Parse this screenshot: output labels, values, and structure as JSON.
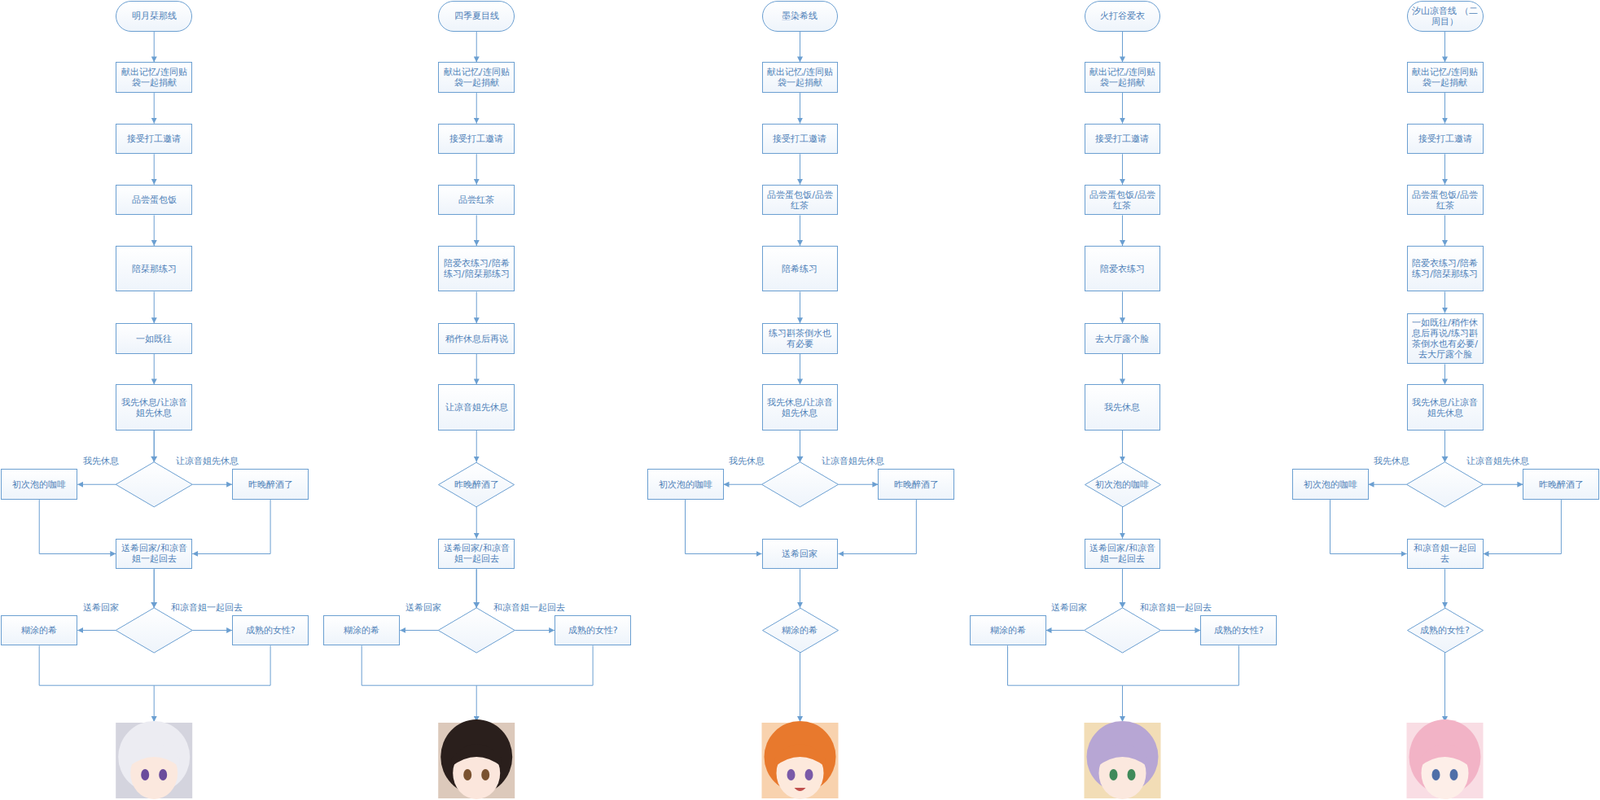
{
  "diagram": {
    "nodes": [
      {
        "text": [
          "明月栞那线"
        ]
      },
      {
        "text": [
          "献出记忆/连同贴袋一起捐献"
        ]
      },
      {
        "text": [
          "接受打工邀请"
        ]
      },
      {
        "text": [
          "品尝蛋包饭"
        ]
      },
      {
        "text": [
          "陪栞那练习"
        ]
      },
      {
        "text": [
          "一如既往"
        ]
      },
      {
        "text": [
          "我先休息/让凉音姐先休息"
        ]
      },
      {
        "text": [
          "初次泡的咖啡"
        ]
      },
      {
        "text": [
          "昨晚醉酒了"
        ]
      },
      {
        "text": [
          "送希回家/和凉音姐一起回去"
        ]
      },
      {
        "text": [
          "糊涂的希"
        ]
      },
      {
        "text": [
          "成熟的女性?"
        ]
      },
      {
        "text": [
          "四季夏目线"
        ]
      },
      {
        "text": [
          "献出记忆/连同贴袋一起捐献"
        ]
      },
      {
        "text": [
          "接受打工邀请"
        ]
      },
      {
        "text": [
          "品尝红茶"
        ]
      },
      {
        "text": [
          "陪爱衣练习/陪希练习/陪栞那练习"
        ]
      },
      {
        "text": [
          "稍作休息后再说"
        ]
      },
      {
        "text": [
          "让凉音姐先休息"
        ]
      },
      {
        "text": [
          "昨晚醉酒了"
        ]
      },
      {
        "text": [
          "送希回家/和凉音姐一起回去"
        ]
      },
      {
        "text": [
          "糊涂的希"
        ]
      },
      {
        "text": [
          "成熟的女性?"
        ]
      },
      {
        "text": [
          "墨染希线"
        ]
      },
      {
        "text": [
          "献出记忆/连同贴袋一起捐献"
        ]
      },
      {
        "text": [
          "接受打工邀请"
        ]
      },
      {
        "text": [
          "品尝蛋包饭/品尝红茶"
        ]
      },
      {
        "text": [
          "陪希练习"
        ]
      },
      {
        "text": [
          "练习斟茶倒水也有必要"
        ]
      },
      {
        "text": [
          "我先休息/让凉音姐先休息"
        ]
      },
      {
        "text": [
          "初次泡的咖啡"
        ]
      },
      {
        "text": [
          "昨晚醉酒了"
        ]
      },
      {
        "text": [
          "送希回家"
        ]
      },
      {
        "text": [
          "糊涂的希"
        ]
      },
      {
        "text": [
          "火打谷爱衣"
        ]
      },
      {
        "text": [
          "献出记忆/连同贴袋一起捐献"
        ]
      },
      {
        "text": [
          "接受打工邀请"
        ]
      },
      {
        "text": [
          "品尝蛋包饭/品尝红茶"
        ]
      },
      {
        "text": [
          "陪爱衣练习"
        ]
      },
      {
        "text": [
          "去大厅露个脸"
        ]
      },
      {
        "text": [
          "我先休息"
        ]
      },
      {
        "text": [
          "初次泡的咖啡"
        ]
      },
      {
        "text": [
          "送希回家/和凉音姐一起回去"
        ]
      },
      {
        "text": [
          "糊涂的希"
        ]
      },
      {
        "text": [
          "成熟的女性?"
        ]
      },
      {
        "text": [
          "汐山凉音线 （二周目）"
        ]
      },
      {
        "text": [
          "献出记忆/连同贴袋一起捐献"
        ]
      },
      {
        "text": [
          "接受打工邀请"
        ]
      },
      {
        "text": [
          "品尝蛋包饭/品尝红茶"
        ]
      },
      {
        "text": [
          "陪爱衣练习/陪希练习/陪栞那练习"
        ]
      },
      {
        "text": [
          "一如既往/稍作休息后再说/练习斟茶倒水也有必要/去大厅露个脸"
        ]
      },
      {
        "text": [
          "我先休息/让凉音姐先休息"
        ]
      },
      {
        "text": [
          "初次泡的咖啡"
        ]
      },
      {
        "text": [
          "昨晚醉酒了"
        ]
      },
      {
        "text": [
          "和凉音姐一起回去"
        ]
      },
      {
        "text": [
          "成熟的女性?"
        ]
      }
    ],
    "edges": [
      {
        "from": 0,
        "to": 1,
        "arrow": "to"
      },
      {
        "from": 1,
        "to": 2,
        "arrow": "to"
      },
      {
        "from": 2,
        "to": 3,
        "arrow": "to"
      },
      {
        "from": 3,
        "to": 4,
        "arrow": "to"
      },
      {
        "from": 4,
        "to": 5,
        "arrow": "to"
      },
      {
        "from": 5,
        "to": 6,
        "arrow": "to"
      },
      {
        "from": 6,
        "to": 7,
        "label": "我先休息",
        "arrow": "to"
      },
      {
        "from": 6,
        "to": 8,
        "label": "让凉音姐先休息",
        "arrow": "to"
      },
      {
        "from": 7,
        "to": 9,
        "arrow": "to"
      },
      {
        "from": 8,
        "to": 9,
        "arrow": "to"
      },
      {
        "from": 9,
        "to": 10,
        "label": "送希回家",
        "arrow": "to"
      },
      {
        "from": 9,
        "to": 11,
        "label": "和凉音姐一起回去",
        "arrow": "to"
      },
      {
        "from": 12,
        "to": 13,
        "arrow": "to"
      },
      {
        "from": 13,
        "to": 14,
        "arrow": "to"
      },
      {
        "from": 14,
        "to": 15,
        "arrow": "to"
      },
      {
        "from": 15,
        "to": 16,
        "arrow": "to"
      },
      {
        "from": 16,
        "to": 17,
        "arrow": "to"
      },
      {
        "from": 17,
        "to": 18,
        "arrow": "to"
      },
      {
        "from": 18,
        "to": 19,
        "arrow": "to"
      },
      {
        "from": 19,
        "to": 20,
        "arrow": "to"
      },
      {
        "from": 20,
        "to": 21,
        "label": "送希回家",
        "arrow": "to"
      },
      {
        "from": 20,
        "to": 22,
        "label": "和凉音姐一起回去",
        "arrow": "to"
      },
      {
        "from": 23,
        "to": 24,
        "arrow": "to"
      },
      {
        "from": 24,
        "to": 25,
        "arrow": "to"
      },
      {
        "from": 25,
        "to": 26,
        "arrow": "to"
      },
      {
        "from": 26,
        "to": 27,
        "arrow": "to"
      },
      {
        "from": 27,
        "to": 28,
        "arrow": "to"
      },
      {
        "from": 28,
        "to": 29,
        "arrow": "to"
      },
      {
        "from": 29,
        "to": 30,
        "label": "我先休息",
        "arrow": "to"
      },
      {
        "from": 29,
        "to": 31,
        "label": "让凉音姐先休息",
        "arrow": "to"
      },
      {
        "from": 30,
        "to": 32,
        "arrow": "to"
      },
      {
        "from": 31,
        "to": 32,
        "arrow": "to"
      },
      {
        "from": 32,
        "to": 33,
        "arrow": "to"
      },
      {
        "from": 34,
        "to": 35,
        "arrow": "to"
      },
      {
        "from": 35,
        "to": 36,
        "arrow": "to"
      },
      {
        "from": 36,
        "to": 37,
        "arrow": "to"
      },
      {
        "from": 37,
        "to": 38,
        "arrow": "to"
      },
      {
        "from": 38,
        "to": 39,
        "arrow": "to"
      },
      {
        "from": 39,
        "to": 40,
        "arrow": "to"
      },
      {
        "from": 40,
        "to": 41,
        "arrow": "to"
      },
      {
        "from": 41,
        "to": 42,
        "arrow": "to"
      },
      {
        "from": 42,
        "to": 43,
        "label": "送希回家",
        "arrow": "to"
      },
      {
        "from": 42,
        "to": 44,
        "label": "和凉音姐一起回去",
        "arrow": "to"
      },
      {
        "from": 45,
        "to": 46,
        "arrow": "to"
      },
      {
        "from": 46,
        "to": 47,
        "arrow": "to"
      },
      {
        "from": 47,
        "to": 48,
        "arrow": "to"
      },
      {
        "from": 48,
        "to": 49,
        "arrow": "to"
      },
      {
        "from": 49,
        "to": 50,
        "arrow": "to"
      },
      {
        "from": 50,
        "to": 51,
        "arrow": "to"
      },
      {
        "from": 51,
        "to": 52,
        "label": "我先休息",
        "arrow": "to"
      },
      {
        "from": 51,
        "to": 53,
        "label": "让凉音姐先休息",
        "arrow": "to"
      },
      {
        "from": 52,
        "to": 54,
        "arrow": "to"
      },
      {
        "from": 53,
        "to": 54,
        "arrow": "to"
      },
      {
        "from": 54,
        "to": 55,
        "arrow": "to"
      }
    ]
  }
}
